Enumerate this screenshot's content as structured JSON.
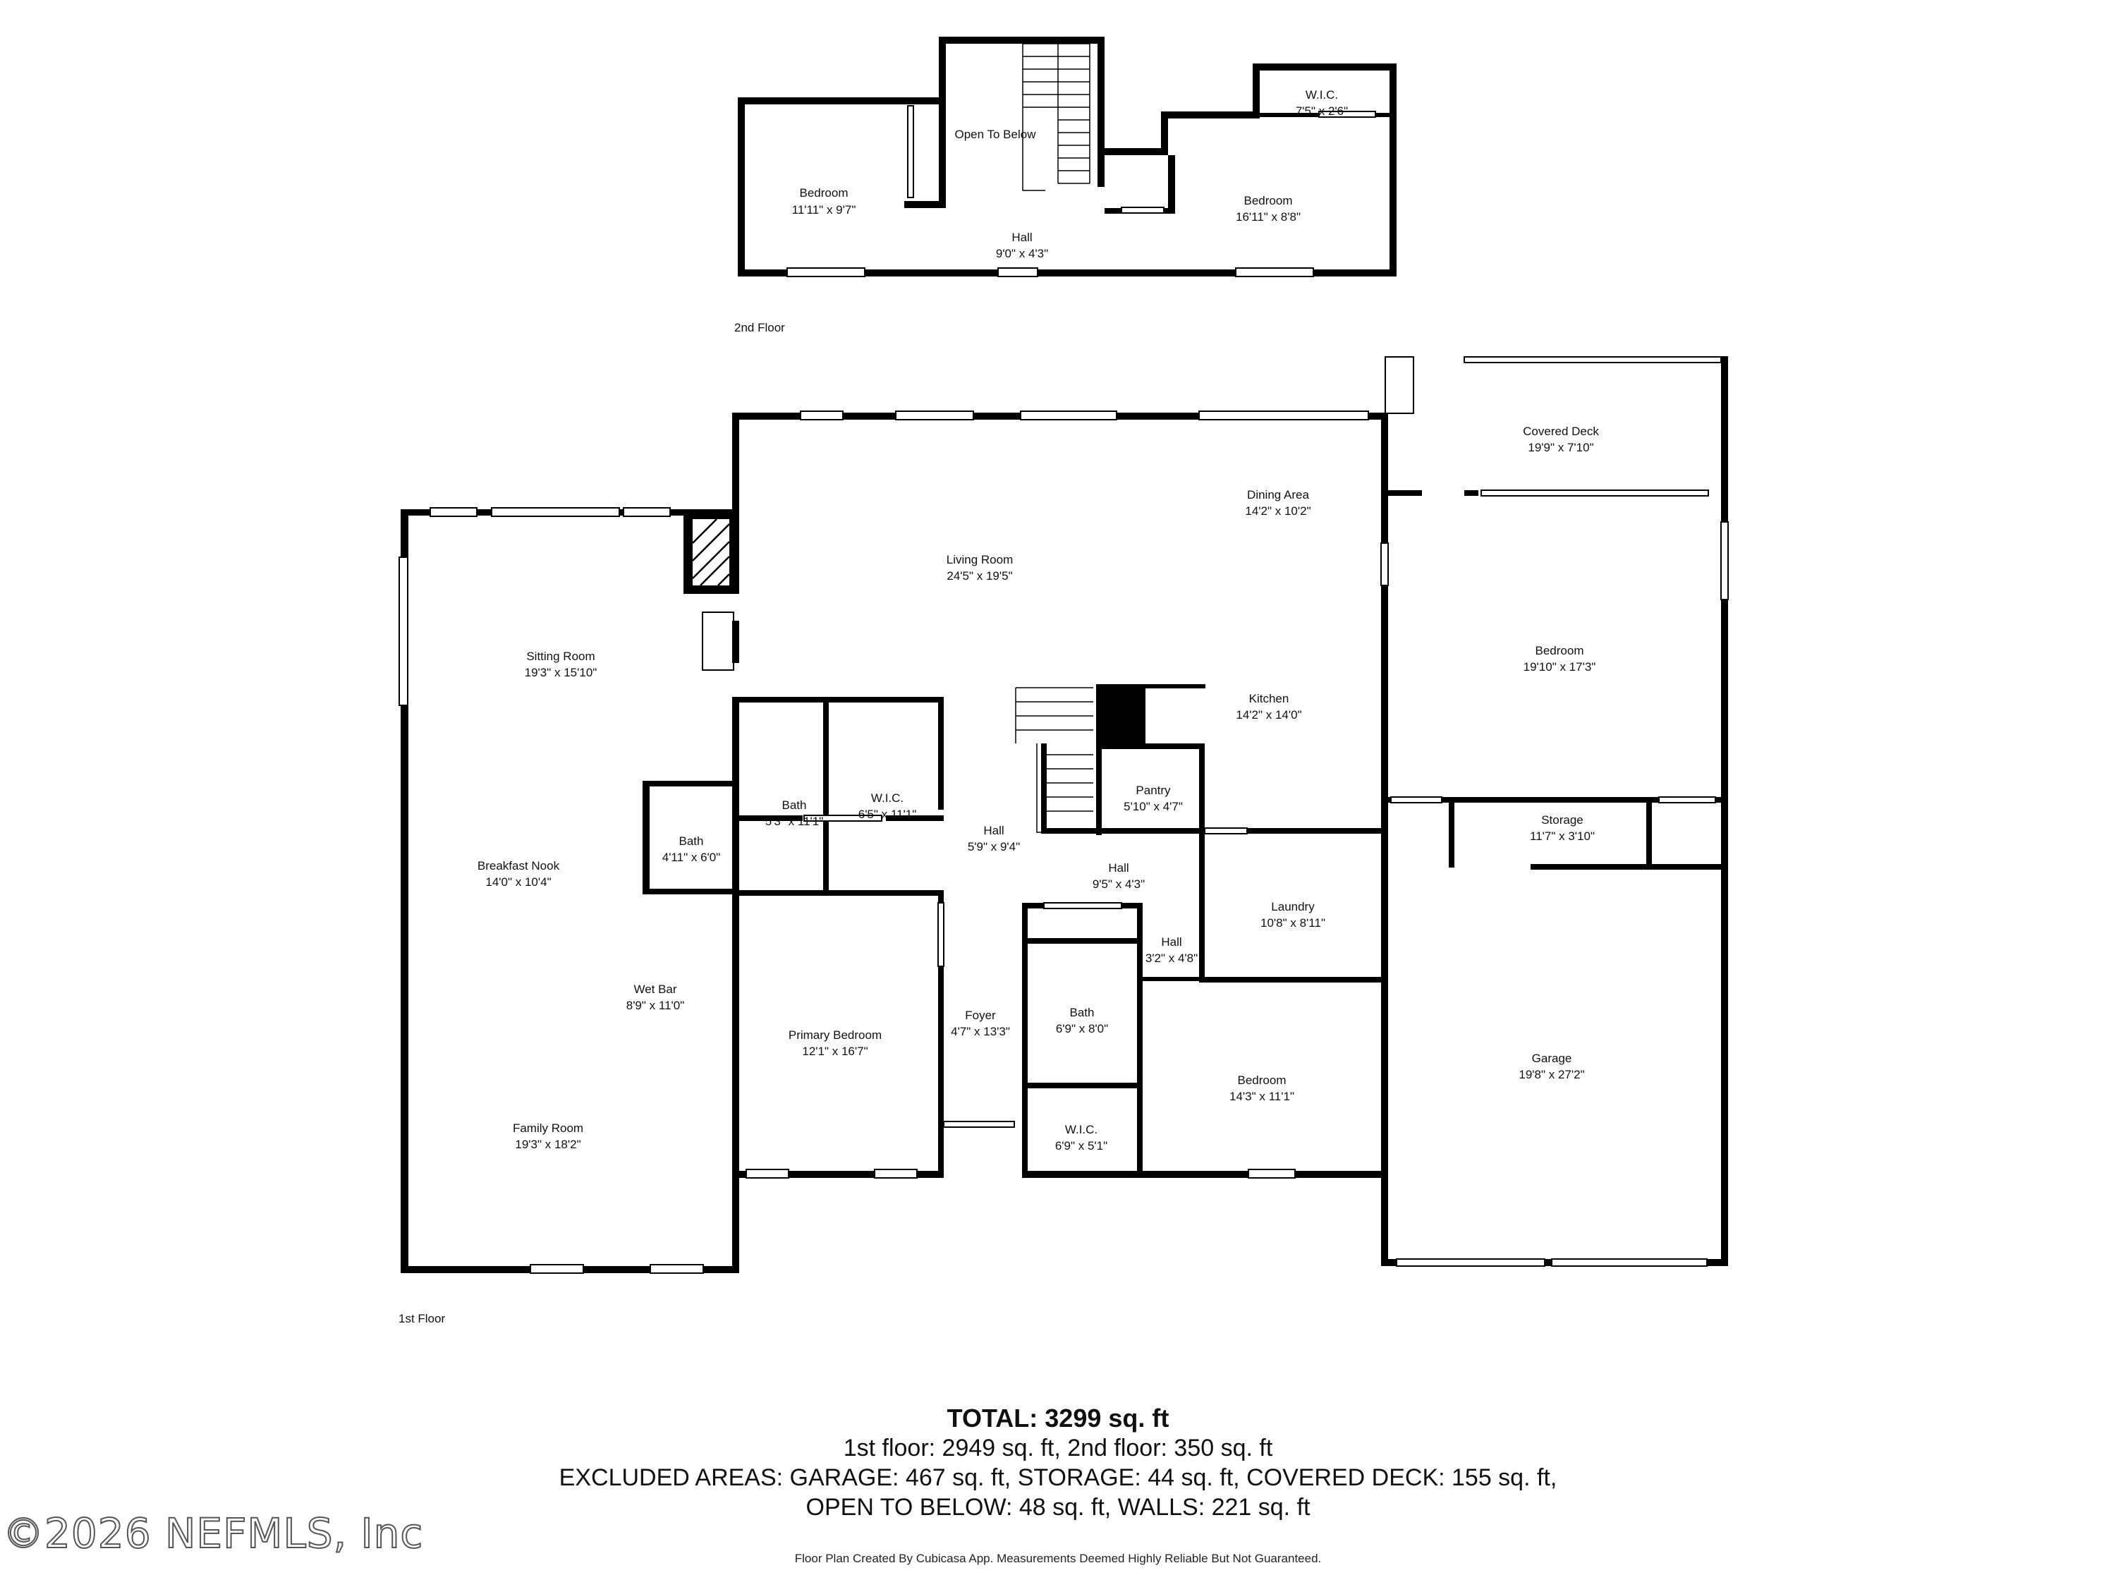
{
  "floors": {
    "second": "2nd Floor",
    "first": "1st Floor"
  },
  "rooms_2nd": {
    "bedroom_left": {
      "name": "Bedroom",
      "dims": "11'11\" x 9'7\""
    },
    "open_to_below": {
      "name": "Open To Below"
    },
    "hall": {
      "name": "Hall",
      "dims": "9'0\" x 4'3\""
    },
    "bedroom_right": {
      "name": "Bedroom",
      "dims": "16'11\" x 8'8\""
    },
    "wic": {
      "name": "W.I.C.",
      "dims": "7'5\" x 2'6\""
    }
  },
  "rooms_1st": {
    "covered_deck": {
      "name": "Covered Deck",
      "dims": "19'9\" x 7'10\""
    },
    "dining_area": {
      "name": "Dining Area",
      "dims": "14'2\" x 10'2\""
    },
    "living_room": {
      "name": "Living Room",
      "dims": "24'5\" x 19'5\""
    },
    "sitting_room": {
      "name": "Sitting Room",
      "dims": "19'3\" x 15'10\""
    },
    "kitchen": {
      "name": "Kitchen",
      "dims": "14'2\" x 14'0\""
    },
    "bedroom_east": {
      "name": "Bedroom",
      "dims": "19'10\" x 17'3\""
    },
    "bath_a": {
      "name": "Bath",
      "dims": "5'3\" x 11'1\""
    },
    "wic_a": {
      "name": "W.I.C.",
      "dims": "6'5\" x 11'1\""
    },
    "pantry": {
      "name": "Pantry",
      "dims": "5'10\" x 4'7\""
    },
    "storage": {
      "name": "Storage",
      "dims": "11'7\" x 3'10\""
    },
    "bath_b": {
      "name": "Bath",
      "dims": "4'11\" x 6'0\""
    },
    "hall_a": {
      "name": "Hall",
      "dims": "5'9\" x 9'4\""
    },
    "breakfast_nook": {
      "name": "Breakfast Nook",
      "dims": "14'0\" x 10'4\""
    },
    "hall_b": {
      "name": "Hall",
      "dims": "9'5\" x 4'3\""
    },
    "laundry": {
      "name": "Laundry",
      "dims": "10'8\" x 8'11\""
    },
    "hall_c": {
      "name": "Hall",
      "dims": "3'2\" x 4'8\""
    },
    "wet_bar": {
      "name": "Wet Bar",
      "dims": "8'9\" x 11'0\""
    },
    "foyer": {
      "name": "Foyer",
      "dims": "4'7\" x 13'3\""
    },
    "bath_c": {
      "name": "Bath",
      "dims": "6'9\" x 8'0\""
    },
    "primary_bedroom": {
      "name": "Primary Bedroom",
      "dims": "12'1\" x 16'7\""
    },
    "garage": {
      "name": "Garage",
      "dims": "19'8\" x 27'2\""
    },
    "bedroom_south": {
      "name": "Bedroom",
      "dims": "14'3\" x 11'1\""
    },
    "wic_b": {
      "name": "W.I.C.",
      "dims": "6'9\" x 5'1\""
    },
    "family_room": {
      "name": "Family Room",
      "dims": "19'3\" x 18'2\""
    }
  },
  "summary": {
    "total": "TOTAL: 3299 sq. ft",
    "line1": "1st floor: 2949 sq. ft, 2nd floor: 350 sq. ft",
    "line2": "EXCLUDED AREAS: GARAGE: 467 sq. ft, STORAGE: 44 sq. ft, COVERED DECK: 155 sq. ft,",
    "line3": "OPEN TO BELOW: 48 sq. ft, WALLS: 221 sq. ft"
  },
  "watermark": "©2026 NEFMLS, Inc",
  "disclaimer": "Floor Plan Created By Cubicasa App. Measurements Deemed Highly Reliable But Not Guaranteed."
}
